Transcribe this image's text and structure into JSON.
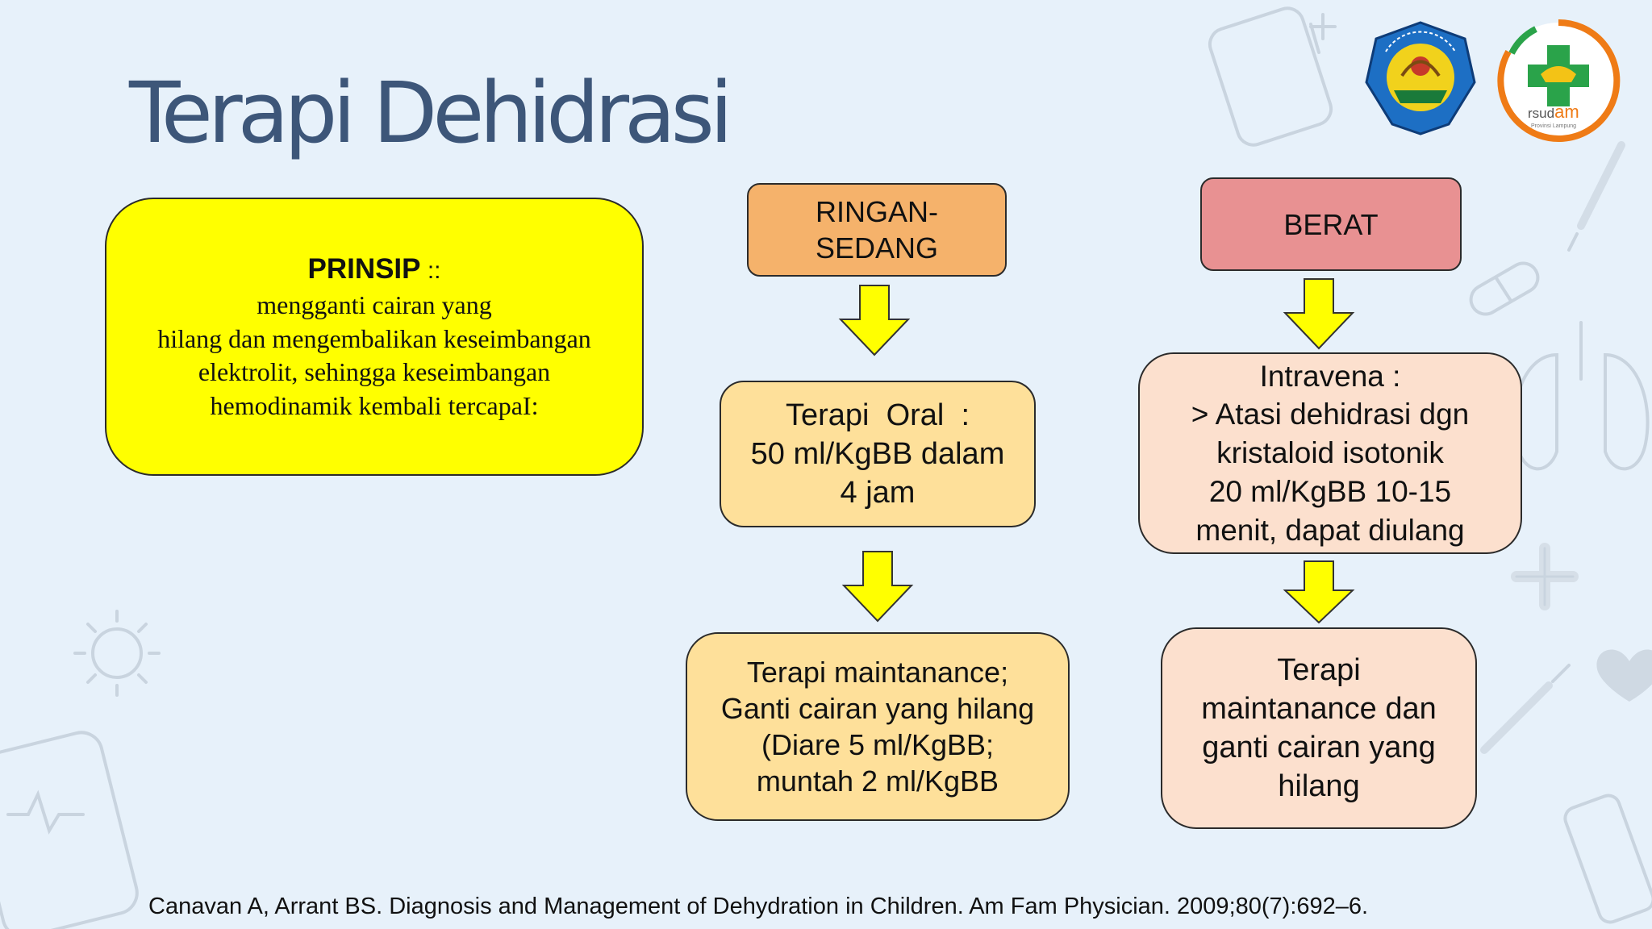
{
  "title": "Terapi Dehidrasi",
  "prinsip": {
    "heading": "PRINSIP",
    "heading_suffix": " ::",
    "lines": [
      "mengganti cairan yang",
      "hilang dan mengembalikan keseimbangan",
      "elektrolit, sehingga keseimbangan",
      "hemodinamik kembali tercapaI:"
    ]
  },
  "ringan": {
    "lines": [
      "RINGAN-",
      "SEDANG"
    ]
  },
  "berat": {
    "label": "BERAT"
  },
  "oral": {
    "lines": [
      "Terapi  Oral  :",
      "50 ml/KgBB dalam",
      "4 jam"
    ]
  },
  "maint_ringan": {
    "lines": [
      "Terapi maintanance;",
      "Ganti cairan yang hilang",
      "(Diare 5 ml/KgBB;",
      "muntah 2 ml/KgBB"
    ]
  },
  "intravena": {
    "lines": [
      "Intravena :",
      "> Atasi dehidrasi dgn",
      "kristaloid isotonik",
      "20 ml/KgBB 10-15",
      "menit, dapat diulang"
    ]
  },
  "maint_berat": {
    "lines": [
      "Terapi",
      "maintanance dan",
      "ganti cairan yang",
      "hilang"
    ]
  },
  "citation": "Canavan A, Arrant BS. Diagnosis and Management of Dehydration in Children. Am Fam Physician. 2009;80(7):692–6.",
  "logos": {
    "rsud_text": "rsud",
    "rsud_text_accent": "am",
    "rsud_sub": "Provinsi Lampung"
  },
  "colors": {
    "title": "#3d5679",
    "prinsip_fill": "#ffff00",
    "ringan_fill": "#f5b26b",
    "berat_fill": "#e89192",
    "ringan_step_fill": "#fee09a",
    "berat_step_fill": "#fce0ce",
    "arrow_fill": "#ffff00"
  }
}
